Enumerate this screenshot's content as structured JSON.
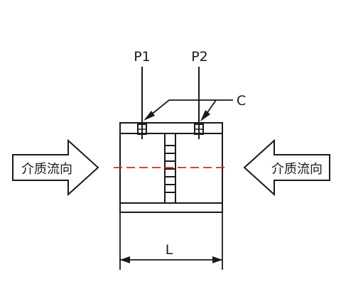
{
  "labels": {
    "p1": "P1",
    "p2": "P2",
    "c": "C",
    "length": "L",
    "flow_left": "介质流向",
    "flow_right": "介质流向"
  },
  "colors": {
    "stroke": "#1a1a1a",
    "centerline": "#d62828",
    "background": "#ffffff"
  },
  "icons": {
    "flow_left": "arrow-right-icon",
    "flow_right": "arrow-left-icon"
  }
}
